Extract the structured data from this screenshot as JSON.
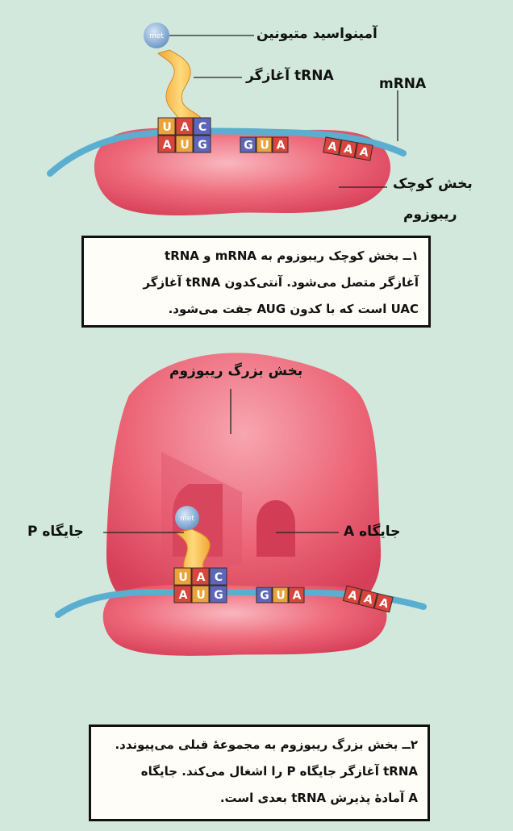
{
  "colors": {
    "background": "#d2e8dc",
    "ribosome": "#e8596d",
    "ribosome_dark": "#d23c55",
    "mrna": "#5aaed0",
    "trna": "#f6c453",
    "met": "#8fb7de",
    "codon_u": "#e9a23c",
    "codon_a": "#d8453b",
    "codon_c": "#5d66b8",
    "codon_g": "#5d66b8"
  },
  "panel1": {
    "label_amino_acid": "آمینواسید متیونین",
    "label_trna": "tRNA آغازگر",
    "label_mrna": "mRNA",
    "label_small_subunit": [
      "بخش کوچک",
      "ریبوزوم"
    ],
    "met_text": "met",
    "anticodon": [
      "U",
      "A",
      "C"
    ],
    "codon_start": [
      "A",
      "U",
      "G"
    ],
    "codon_next": [
      "G",
      "U",
      "A"
    ],
    "codon_third": [
      "A",
      "A",
      "A"
    ],
    "caption": [
      "۱ــ بخش کوچک ریبوزوم به mRNA و tRNA",
      "آغازگر متصل می‌شود. آنتی‌کدون tRNA آغازگر",
      "UAC است که با کدون AUG جفت می‌شود."
    ]
  },
  "panel2": {
    "label_large_subunit": "بخش بزرگ ریبوزوم",
    "label_p_site": "جایگاه P",
    "label_a_site": "جایگاه A",
    "met_text": "met",
    "anticodon": [
      "U",
      "A",
      "C"
    ],
    "codon_start": [
      "A",
      "U",
      "G"
    ],
    "codon_next": [
      "G",
      "U",
      "A"
    ],
    "codon_third": [
      "A",
      "A",
      "A"
    ],
    "caption": [
      "۲ــ بخش بزرگ ریبوزوم به مجموعهٔ قبلی می‌پیوندد.",
      "tRNA آغازگر جایگاه P را اشغال می‌کند. جایگاه",
      "A آمادهٔ پذیرش tRNA بعدی است."
    ]
  }
}
